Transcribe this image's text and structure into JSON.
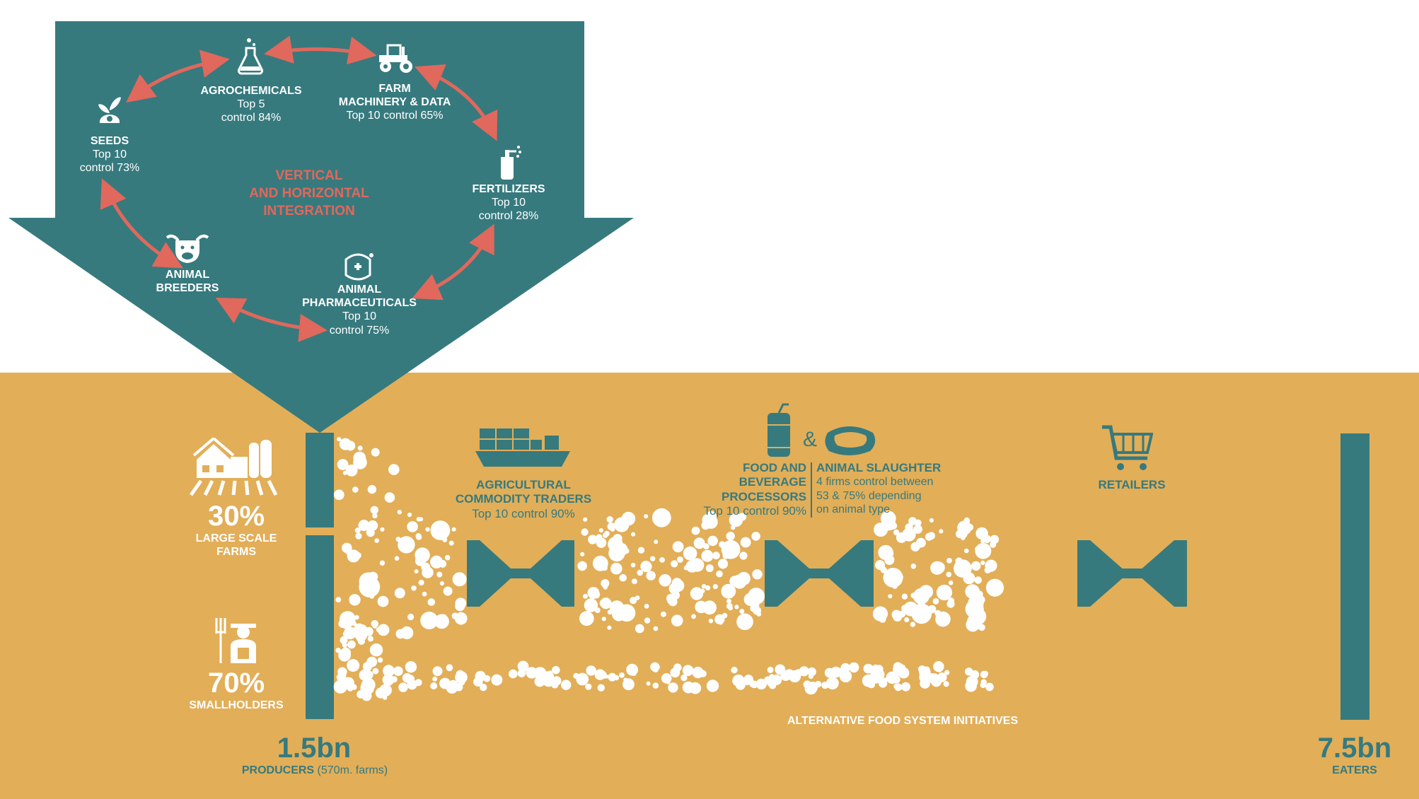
{
  "colors": {
    "teal": "#367a7e",
    "sand": "#e2ae58",
    "coral": "#e0685c",
    "white": "#ffffff"
  },
  "integration": {
    "center": [
      "VERTICAL",
      "AND HORIZONTAL",
      "INTEGRATION"
    ],
    "seeds": {
      "title": "SEEDS",
      "line1": "Top 10",
      "line2": "control 73%",
      "icon": "sprout-icon"
    },
    "agrochemicals": {
      "title": "AGROCHEMICALS",
      "line1": "Top 5",
      "line2": "control 84%",
      "icon": "flask-icon"
    },
    "farm_machinery": {
      "title1": "FARM",
      "title2": "MACHINERY & DATA",
      "line1": "Top 10 control 65%",
      "icon": "tractor-icon"
    },
    "fertilizers": {
      "title": "FERTILIZERS",
      "line1": "Top 10",
      "line2": "control 28%",
      "icon": "sprayer-icon"
    },
    "animal_pharma": {
      "title1": "ANIMAL",
      "title2": "PHARMACEUTICALS",
      "line1": "Top 10",
      "line2": "control 75%",
      "icon": "pill-bottle-icon"
    },
    "animal_breeders": {
      "title1": "ANIMAL",
      "title2": "BREEDERS",
      "icon": "cow-icon"
    }
  },
  "producers": {
    "large_pct": "30%",
    "large_l1": "LARGE SCALE",
    "large_l2": "FARMS",
    "small_pct": "70%",
    "small_label": "SMALLHOLDERS",
    "total": "1.5bn",
    "label": "PRODUCERS",
    "sub": "(570m. farms)"
  },
  "chain": {
    "traders": {
      "l1": "AGRICULTURAL",
      "l2": "COMMODITY TRADERS",
      "stat": "Top 10 control 90%",
      "icon": "cargo-ship-icon"
    },
    "processors": {
      "l1": "FOOD AND",
      "l2": "BEVERAGE",
      "l3": "PROCESSORS",
      "stat": "Top 10 control 90%",
      "icon": "soda-can-icon"
    },
    "ampersand": "&",
    "slaughter": {
      "title": "ANIMAL SLAUGHTER",
      "l1": "4 firms control between",
      "l2": "53 & 75% depending",
      "l3": "on animal type",
      "icon": "steak-icon"
    },
    "retailers": {
      "title": "RETAILERS",
      "icon": "cart-icon"
    }
  },
  "alternative": "ALTERNATIVE FOOD SYSTEM INITIATIVES",
  "eaters": {
    "total": "7.5bn",
    "label": "EATERS"
  }
}
